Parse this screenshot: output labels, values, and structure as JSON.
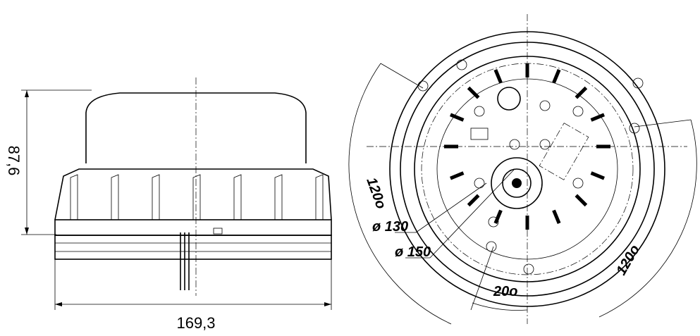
{
  "side_view": {
    "height_dimension": "87,6",
    "width_dimension": "169,3"
  },
  "top_view": {
    "angle_left": "120o",
    "angle_right": "120o",
    "angle_bottom": "20o",
    "diameter_inner": "ø 130",
    "diameter_outer": "ø 150"
  }
}
